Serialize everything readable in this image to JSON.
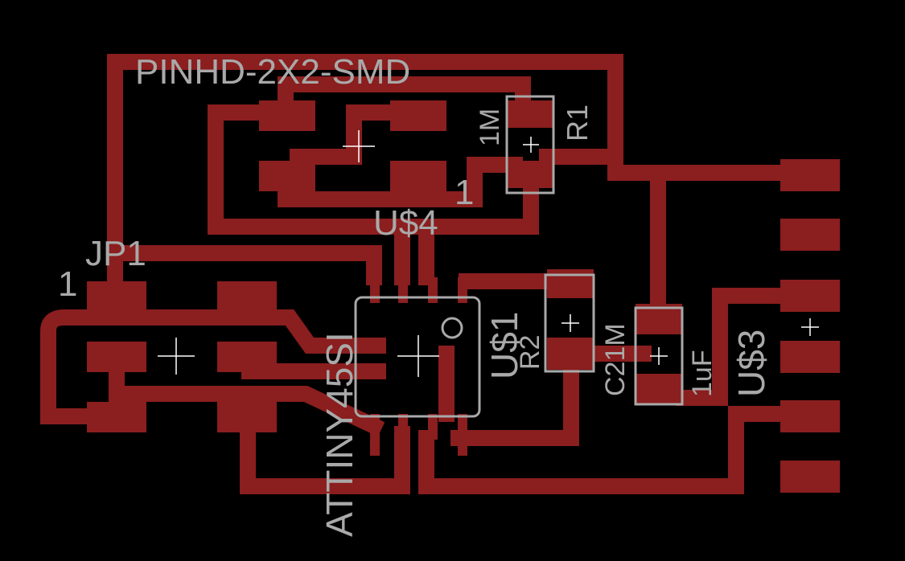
{
  "colors": {
    "background": "#000000",
    "copper": "#8b1e1e",
    "silkscreen": "#a9a9a9",
    "origin_marker": "#ffffff"
  },
  "labels": {
    "pinhd": "PINHD-2X2-SMD",
    "u4": "U$4",
    "jp1": "JP1",
    "jp1_pin1": "1",
    "u4_pin1": "1",
    "r1_value": "1M",
    "r1_name": "R1",
    "attiny": "ATTINY45SI",
    "u1": "U$1",
    "r2": "R2",
    "c2_value": "C21M",
    "u3": "U$3",
    "c1_value": "1uF"
  }
}
